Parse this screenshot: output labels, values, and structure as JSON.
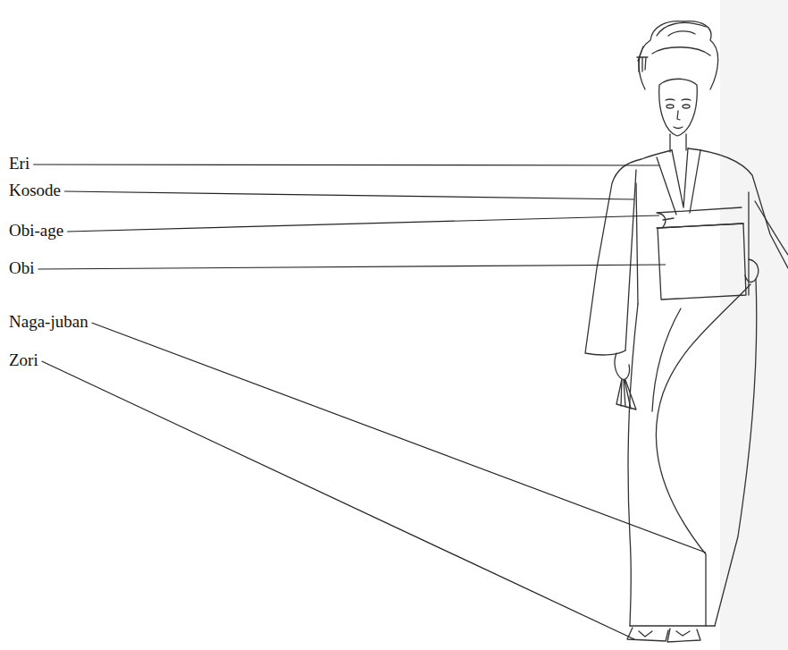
{
  "diagram": {
    "labels": [
      "Eri",
      "Kosode",
      "Obi-age",
      "Obi",
      "Naga-juban",
      "Zori"
    ]
  }
}
